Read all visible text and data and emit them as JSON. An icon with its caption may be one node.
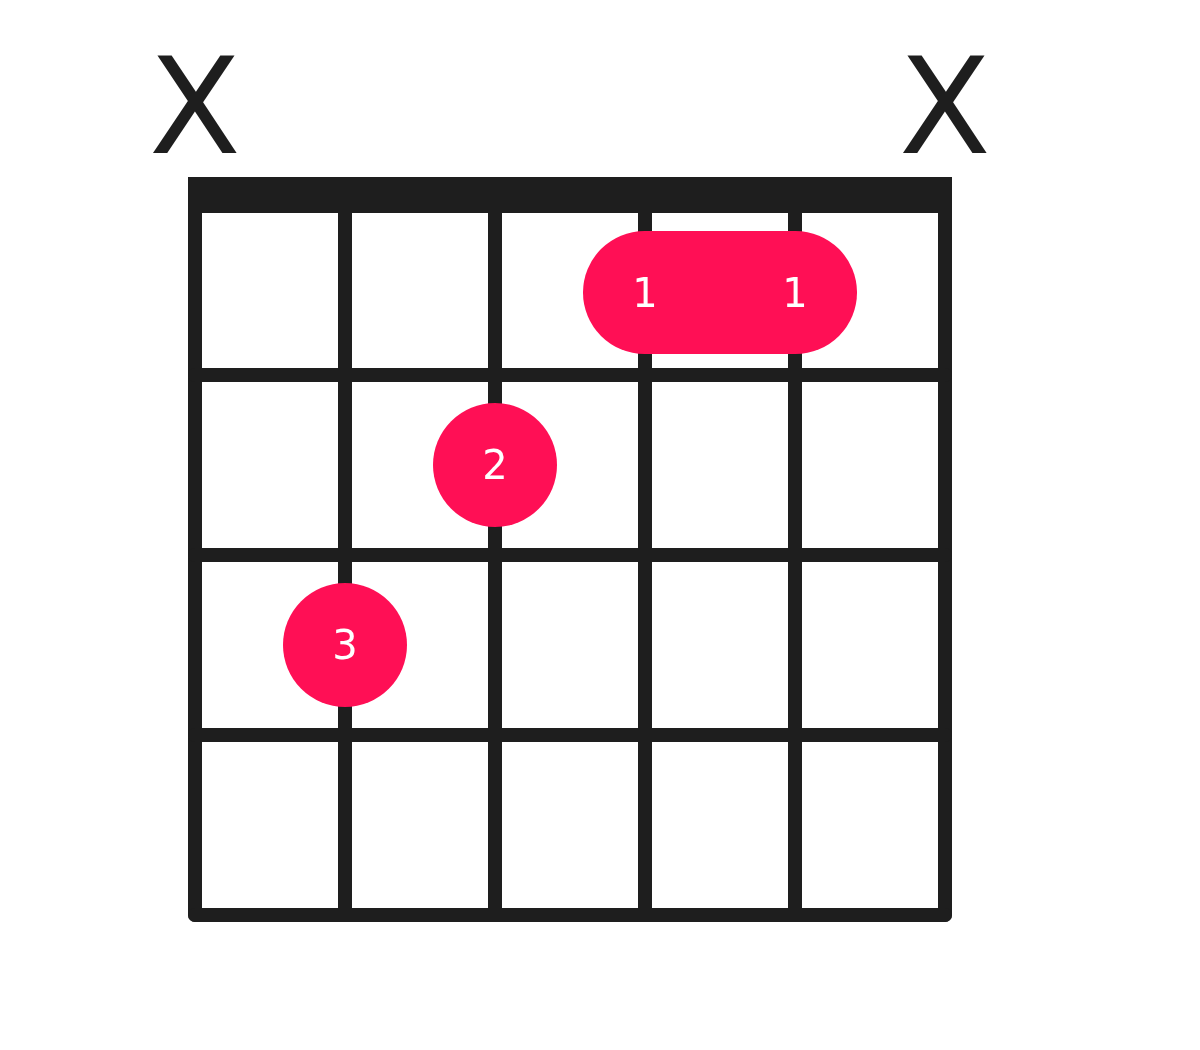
{
  "diagram": {
    "nodes": [
      {
        "text": [
          "1",
          "1"
        ]
      },
      {
        "text": [
          "2"
        ]
      },
      {
        "text": [
          "3"
        ]
      }
    ],
    "labels": [
      "X",
      "X"
    ]
  }
}
